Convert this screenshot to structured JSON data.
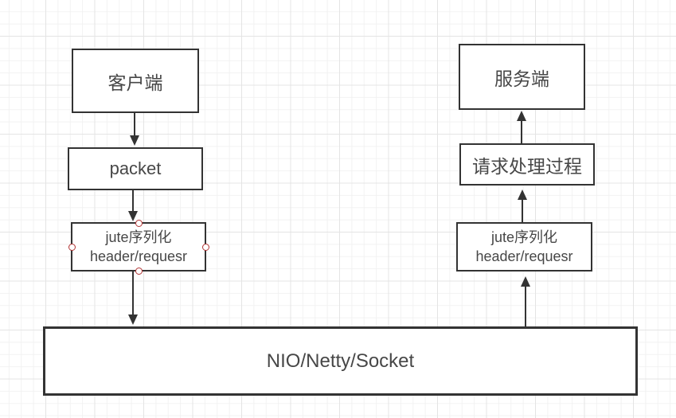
{
  "diagram": {
    "nodes": {
      "client": {
        "label": "客户端"
      },
      "packet": {
        "label": "packet"
      },
      "jute_left": {
        "line1": "jute序列化",
        "line2": "header/requesr"
      },
      "server": {
        "label": "服务端"
      },
      "request_process": {
        "label": "请求处理过程"
      },
      "jute_right": {
        "line1": "jute序列化",
        "line2": "header/requesr"
      },
      "nio": {
        "label": "NIO/Netty/Socket"
      }
    },
    "edges": [
      {
        "from": "client",
        "to": "packet",
        "direction": "down"
      },
      {
        "from": "packet",
        "to": "jute_left",
        "direction": "down"
      },
      {
        "from": "jute_left",
        "to": "nio",
        "direction": "down"
      },
      {
        "from": "request_process",
        "to": "server",
        "direction": "up"
      },
      {
        "from": "jute_right",
        "to": "request_process",
        "direction": "up"
      },
      {
        "from": "nio",
        "to": "jute_right",
        "direction": "up"
      }
    ],
    "colors": {
      "stroke": "#333333",
      "text": "#474747",
      "node_fill": "#ffffff",
      "handle_stroke": "#b23434",
      "grid_minor": "#f2f2f2",
      "grid_major": "#e4e4e4",
      "background": "#ffffff"
    }
  }
}
